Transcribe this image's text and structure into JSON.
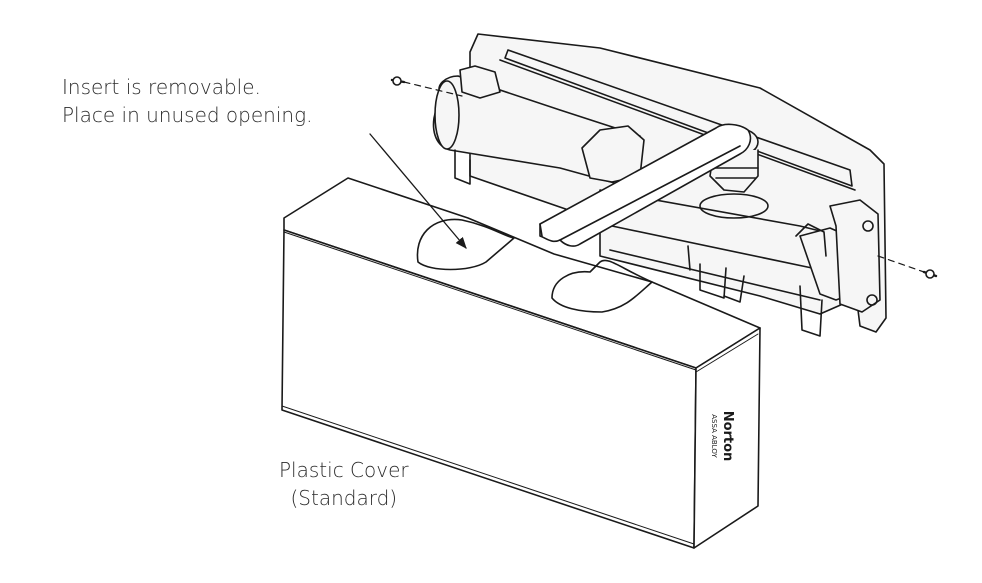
{
  "callouts": {
    "insert_line1": "Insert is removable.",
    "insert_line2": "Place in unused opening.",
    "cover_line1": "Plastic Cover",
    "cover_line2": "(Standard)"
  },
  "cover_branding": {
    "brand": "Norton",
    "sub": "ASSA ABLOY"
  },
  "colors": {
    "line": "#1a1a1a",
    "text": "#2b2b2b",
    "background": "#ffffff",
    "closer_fill": "#f6f6f6"
  }
}
